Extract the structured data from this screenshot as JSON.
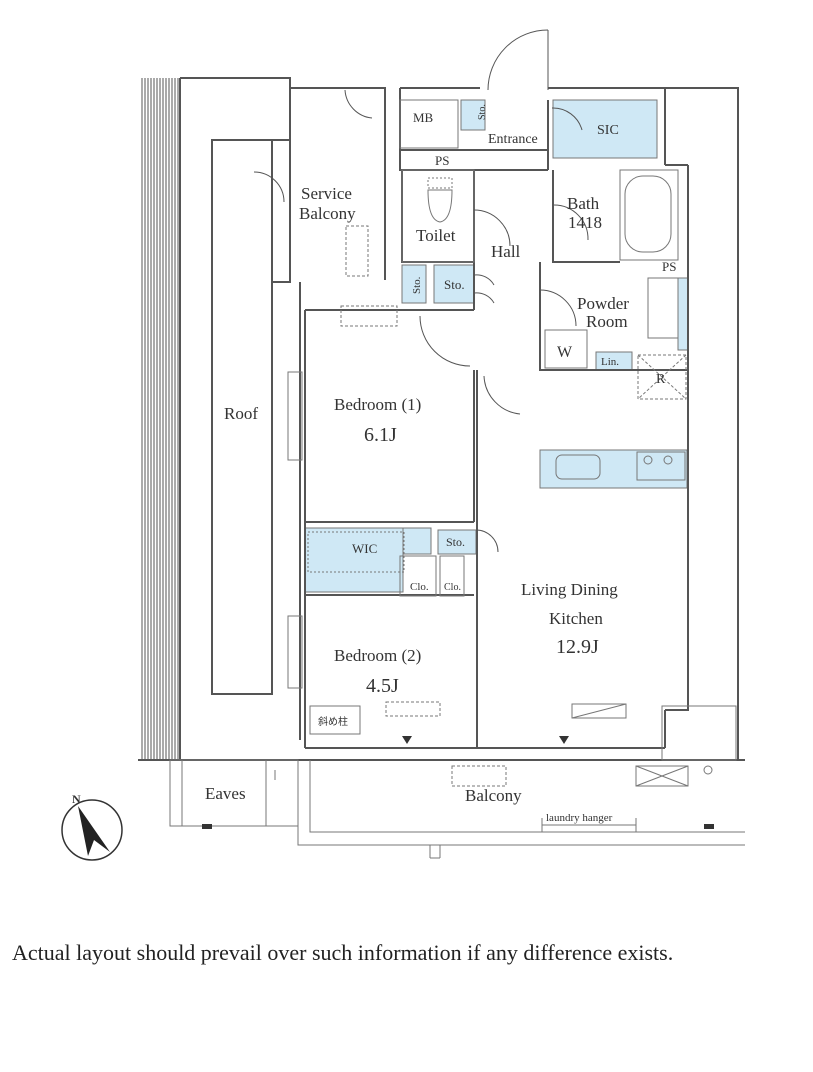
{
  "rooms": {
    "mb": "MB",
    "sto_top": "Sto.",
    "entrance": "Entrance",
    "sic": "SIC",
    "ps_top": "PS",
    "service_balcony_1": "Service",
    "service_balcony_2": "Balcony",
    "toilet": "Toilet",
    "bath_1": "Bath",
    "bath_2": "1418",
    "hall": "Hall",
    "ps_right": "PS",
    "sto_vertical": "Sto.",
    "sto_hall": "Sto.",
    "powder_1": "Powder",
    "powder_2": "Room",
    "washer": "W",
    "linen": "Lin.",
    "fridge": "R",
    "roof": "Roof",
    "bedroom1_name": "Bedroom (1)",
    "bedroom1_size": "6.1J",
    "wic": "WIC",
    "sto_wic": "Sto.",
    "clo_1": "Clo.",
    "clo_2": "Clo.",
    "ldk_1": "Living Dining",
    "ldk_2": "Kitchen",
    "ldk_size": "12.9J",
    "bedroom2_name": "Bedroom (2)",
    "bedroom2_size": "4.5J",
    "pillar": "斜め柱",
    "eaves": "Eaves",
    "balcony": "Balcony",
    "laundry": "laundry hanger",
    "compass_n": "N"
  },
  "colors": {
    "wall": "#555555",
    "storage_fill": "#cfe8f5",
    "line": "#777777"
  },
  "disclaimer": "Actual layout should prevail over such information if any difference exists."
}
